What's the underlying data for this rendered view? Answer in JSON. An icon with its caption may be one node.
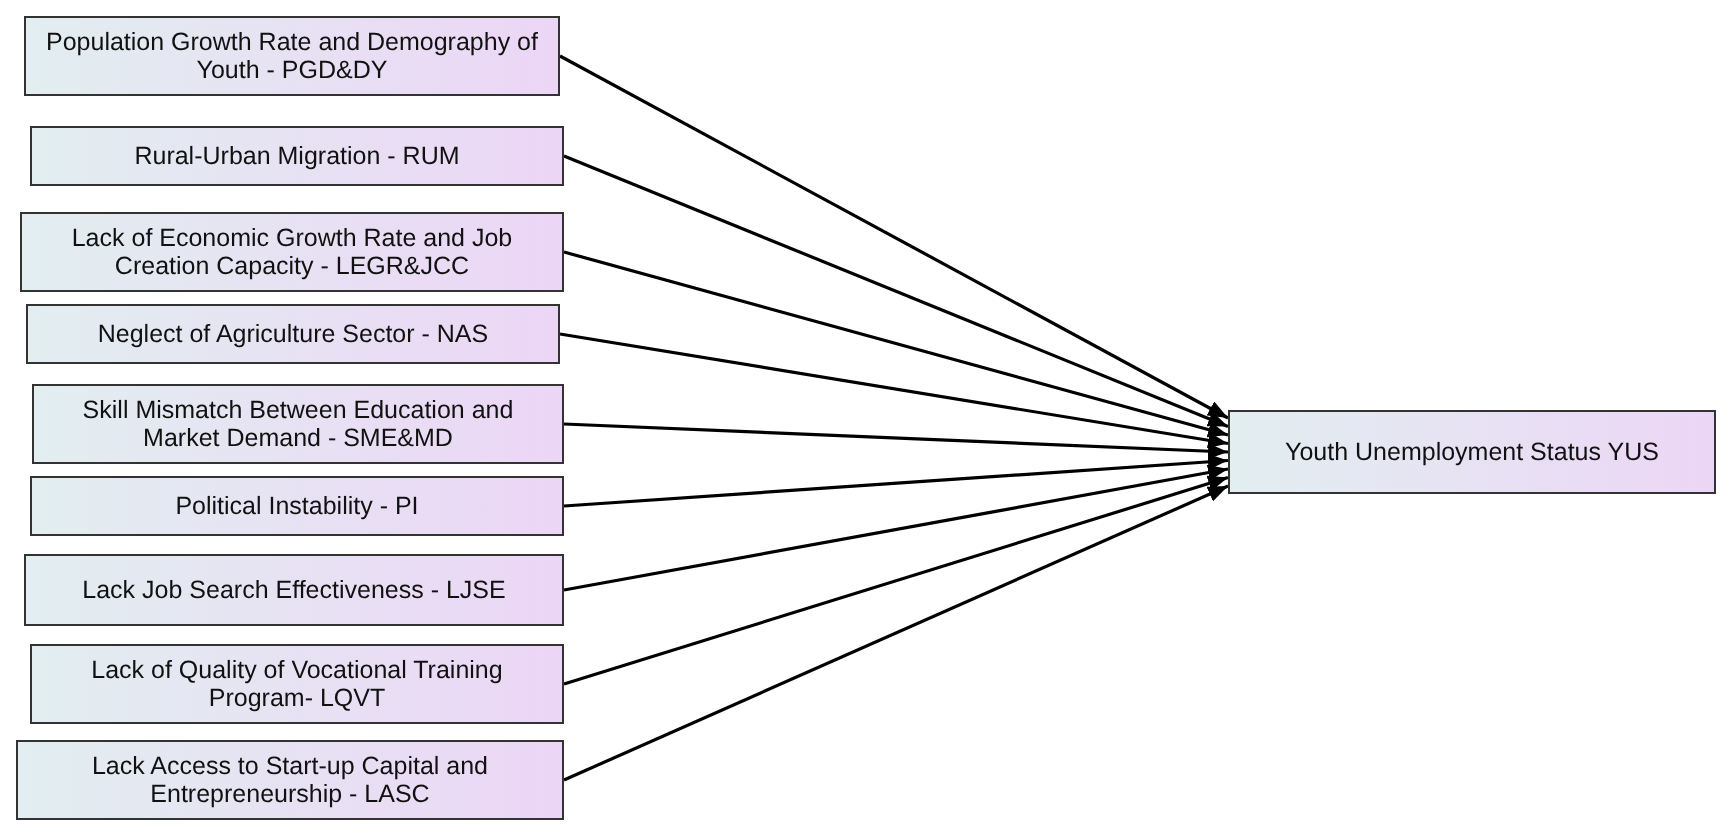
{
  "diagram": {
    "nodes": [
      {
        "text": [
          "Population Growth Rate and Demography of Youth - PGD&DY"
        ]
      },
      {
        "text": [
          "Rural-Urban Migration - RUM"
        ]
      },
      {
        "text": [
          "Lack of Economic Growth Rate and Job Creation Capacity - LEGR&JCC"
        ]
      },
      {
        "text": [
          "Neglect of Agriculture Sector - NAS"
        ]
      },
      {
        "text": [
          "Skill Mismatch Between Education and Market Demand - SME&MD"
        ]
      },
      {
        "text": [
          "Political Instability - PI"
        ]
      },
      {
        "text": [
          "Lack Job Search Effectiveness - LJSE"
        ]
      },
      {
        "text": [
          "Lack of Quality of Vocational Training Program- LQVT"
        ]
      },
      {
        "text": [
          "Lack Access to Start-up Capital and Entrepreneurship - LASC"
        ]
      },
      {
        "text": [
          "Youth Unemployment Status YUS"
        ]
      }
    ],
    "edges": [
      {
        "from": 0,
        "to": 9,
        "arrow": "to"
      },
      {
        "from": 1,
        "to": 9,
        "arrow": "to"
      },
      {
        "from": 2,
        "to": 9,
        "arrow": "to"
      },
      {
        "from": 3,
        "to": 9,
        "arrow": "to"
      },
      {
        "from": 4,
        "to": 9,
        "arrow": "to"
      },
      {
        "from": 5,
        "to": 9,
        "arrow": "to"
      },
      {
        "from": 6,
        "to": 9,
        "arrow": "to"
      },
      {
        "from": 7,
        "to": 9,
        "arrow": "to"
      },
      {
        "from": 8,
        "to": 9,
        "arrow": "to"
      }
    ]
  }
}
